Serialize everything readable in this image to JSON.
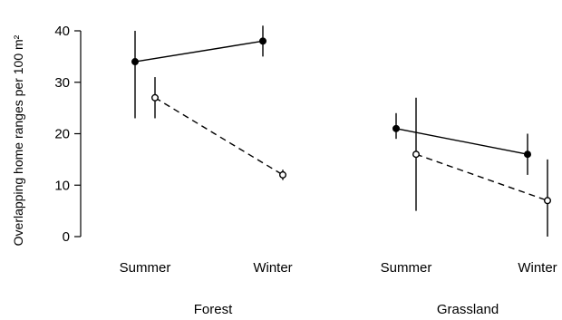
{
  "chart_data": {
    "type": "line",
    "ylabel": "Overlapping home ranges per 100 m²",
    "ylim": [
      0,
      42
    ],
    "yticks": [
      0,
      10,
      20,
      30,
      40
    ],
    "panels": [
      {
        "group": "Forest",
        "x": [
          "Summer",
          "Winter"
        ],
        "series": [
          {
            "style": "solid",
            "marker": "filled",
            "values": [
              34,
              38
            ],
            "lower": [
              23,
              35
            ],
            "upper": [
              40,
              41
            ]
          },
          {
            "style": "dashed",
            "marker": "open",
            "values": [
              27,
              12
            ],
            "lower": [
              23,
              11
            ],
            "upper": [
              31,
              13
            ]
          }
        ]
      },
      {
        "group": "Grassland",
        "x": [
          "Summer",
          "Winter"
        ],
        "series": [
          {
            "style": "solid",
            "marker": "filled",
            "values": [
              21,
              16
            ],
            "lower": [
              19,
              12
            ],
            "upper": [
              24,
              20
            ]
          },
          {
            "style": "dashed",
            "marker": "open",
            "values": [
              16,
              7
            ],
            "lower": [
              5,
              0
            ],
            "upper": [
              27,
              15
            ]
          }
        ]
      }
    ]
  }
}
